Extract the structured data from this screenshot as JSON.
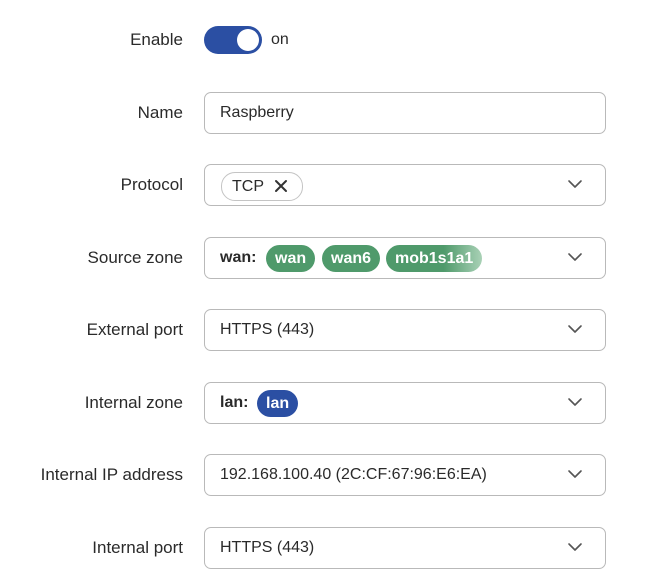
{
  "enable": {
    "label": "Enable",
    "state_text": "on",
    "checked": true
  },
  "name": {
    "label": "Name",
    "value": "Raspberry"
  },
  "protocol": {
    "label": "Protocol",
    "tags": [
      "TCP"
    ]
  },
  "source_zone": {
    "label": "Source zone",
    "prefix": "wan:",
    "chips": [
      "wan",
      "wan6",
      "mob1s1a1"
    ]
  },
  "external_port": {
    "label": "External port",
    "value": "HTTPS (443)"
  },
  "internal_zone": {
    "label": "Internal zone",
    "prefix": "lan:",
    "chips": [
      "lan"
    ]
  },
  "internal_ip": {
    "label": "Internal IP address",
    "value": "192.168.100.40 (2C:CF:67:96:E6:EA)"
  },
  "internal_port": {
    "label": "Internal port",
    "value": "HTTPS (443)"
  },
  "icons": {
    "dropdown": "chevron-down-icon",
    "remove_tag": "close-icon"
  },
  "colors": {
    "accent": "#2b4fa3",
    "zone_green": "#4f9a6b",
    "border": "#b9b9b9"
  }
}
